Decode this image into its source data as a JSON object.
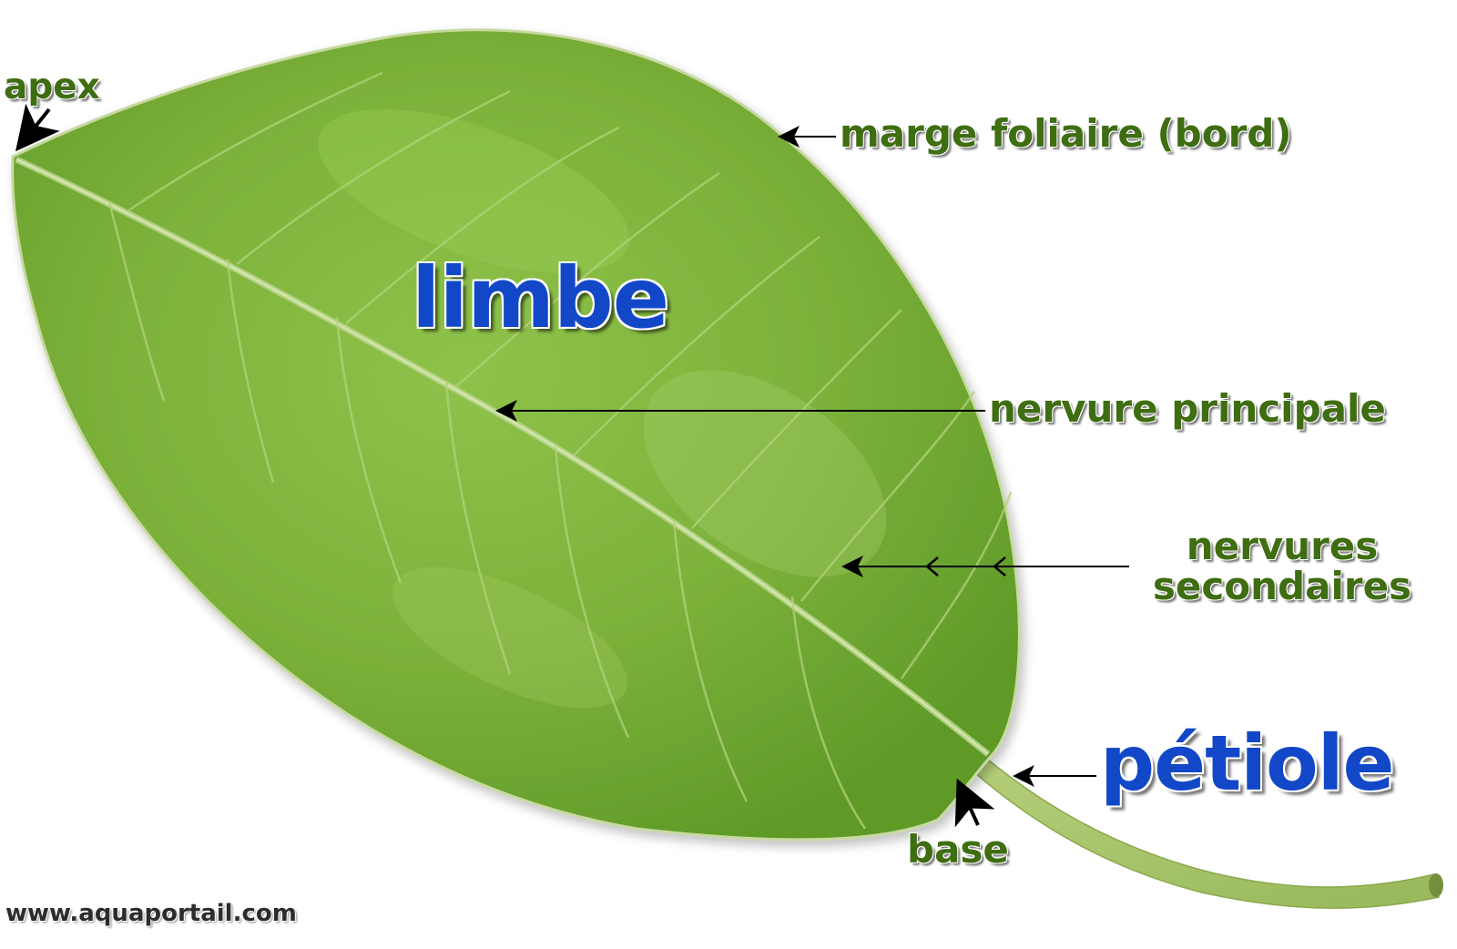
{
  "labels": {
    "apex": "apex",
    "margin": "marge foliaire (bord)",
    "blade": "limbe",
    "midrib": "nervure principale",
    "secondary_veins_line1": "nervures",
    "secondary_veins_line2": "secondaires",
    "petiole": "pétiole",
    "base": "base"
  },
  "watermark": "www.aquaportail.com",
  "colors": {
    "label_green": "#3f6d12",
    "label_blue": "#1248c8",
    "leaf_light": "#a4cc58",
    "leaf_mid": "#7cb13a",
    "leaf_dark": "#5b9226",
    "arrow": "#000000"
  }
}
